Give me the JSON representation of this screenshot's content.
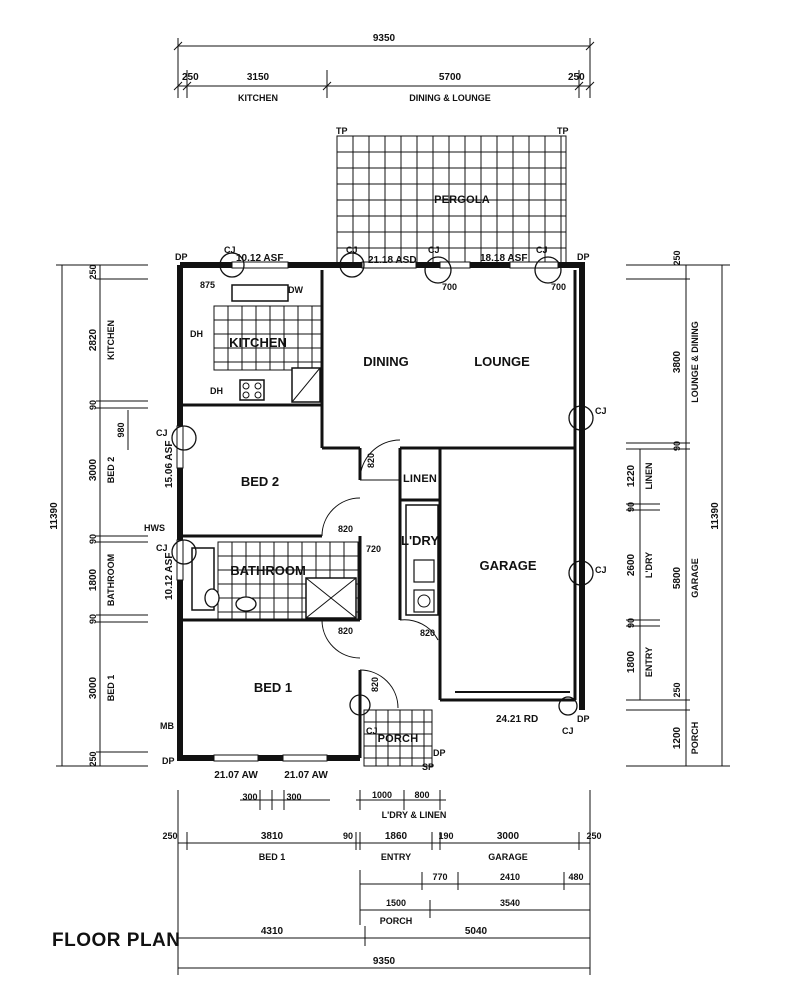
{
  "title": "FLOOR PLAN",
  "rooms": {
    "kitchen": "KITCHEN",
    "dining": "DINING",
    "lounge": "LOUNGE",
    "bed2": "BED 2",
    "bathroom": "BATHROOM",
    "linen": "LINEN",
    "lndry": "L'DRY",
    "garage": "GARAGE",
    "bed1": "BED 1",
    "porch": "PORCH",
    "pergola": "PERGOLA"
  },
  "windows": {
    "kitchen": "10.12 ASF",
    "dining": "21.18 ASD",
    "lounge": "18.18 ASF",
    "bed2": "15.06 ASF",
    "bathroom": "10.12 ASF",
    "bed1_left": "21.07 AW",
    "bed1_right": "21.07 AW",
    "garage_door": "24.21 RD"
  },
  "tags": {
    "dp": "DP",
    "tp": "TP",
    "cj": "CJ",
    "hws": "HWS",
    "mb": "MB",
    "sp": "SP",
    "dh": "DH",
    "dw": "DW",
    "d875": "875",
    "d700": "700",
    "d820": "820",
    "d720": "720"
  },
  "top_dims": {
    "overall": "9350",
    "segments": [
      "250",
      "3150",
      "5700",
      "250"
    ],
    "labels": [
      "KITCHEN",
      "DINING & LOUNGE"
    ]
  },
  "left_dims": {
    "overall": "11390",
    "segments": [
      "250",
      "2820",
      "90",
      "3000",
      "90",
      "1800",
      "90",
      "3000",
      "250"
    ],
    "labels": [
      "KITCHEN",
      "BED 2",
      "BATHROOM",
      "BED 1"
    ],
    "window_sill": "980"
  },
  "right_dims": {
    "overall": "11390",
    "outer": [
      "250",
      "3800",
      "90",
      "5800",
      "250",
      "1200"
    ],
    "inner": [
      "1220",
      "90",
      "2600",
      "90",
      "1800"
    ],
    "labels": [
      "LOUNGE & DINING",
      "GARAGE",
      "LINEN",
      "L'DRY",
      "ENTRY",
      "PORCH"
    ]
  },
  "bottom_dims": {
    "window_offsets": [
      "300",
      "300"
    ],
    "lndry": [
      "1000",
      "800"
    ],
    "lndry_label": "L'DRY & LINEN",
    "row1": [
      "250",
      "3810",
      "90",
      "1860",
      "190",
      "3000",
      "250"
    ],
    "row1_labels": [
      "BED 1",
      "ENTRY",
      "GARAGE"
    ],
    "row2": [
      "770",
      "2410",
      "480"
    ],
    "row3": [
      "1500",
      "3540"
    ],
    "row3_label": "PORCH",
    "row4": [
      "4310",
      "5040"
    ],
    "overall": "9350"
  }
}
